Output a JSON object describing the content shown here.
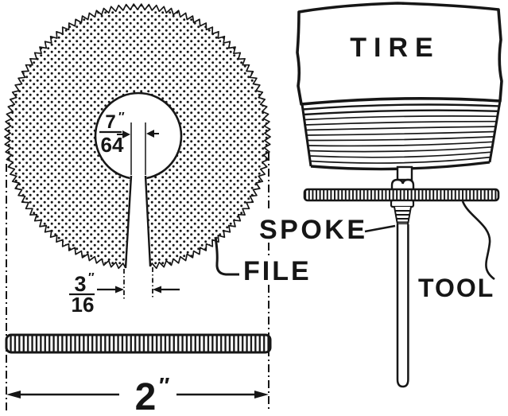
{
  "colors": {
    "paper": "#ffffff",
    "ink": "#161616"
  },
  "labels": {
    "tire": "TIRE",
    "spoke": "SPOKE",
    "file": "FILE",
    "tool": "TOOL"
  },
  "dimensions": {
    "hub_slot_width": {
      "numerator": "7",
      "denominator": "64",
      "unit": "″"
    },
    "rim_slot_width": {
      "numerator": "3",
      "denominator": "16",
      "unit": "″"
    },
    "file_diameter": {
      "value": "2",
      "unit": "″"
    }
  }
}
